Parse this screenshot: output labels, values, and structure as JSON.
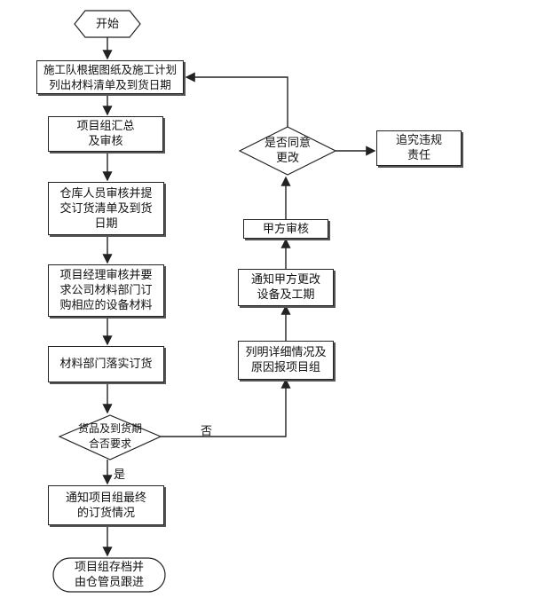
{
  "diagram": {
    "start": "开始",
    "nodes": {
      "list_materials": "施工队根据图纸及施工计划\n列出材料清单及到货日期",
      "summarize": "项目组汇总\n及审核",
      "warehouse": "仓库人员审核并提\n交订货清单及到货\n日期",
      "manager": "项目经理审核并要\n求公司材料部门订\n购相应的设备材料",
      "order": "材料部门落实订货",
      "decision_goods": "货品及到货期\n合否要求",
      "notify_final": "通知项目组最终\n的订货情况",
      "archive": "项目组存档并\n由仓管员跟进",
      "report_reason": "列明详细情况及\n原因报项目组",
      "notify_party": "通知甲方更改\n设备及工期",
      "party_review": "甲方审核",
      "decision_agree": "是否同意\n更改",
      "liability": "追究违规\n责任"
    },
    "edge_labels": {
      "no": "否",
      "yes": "是"
    }
  }
}
